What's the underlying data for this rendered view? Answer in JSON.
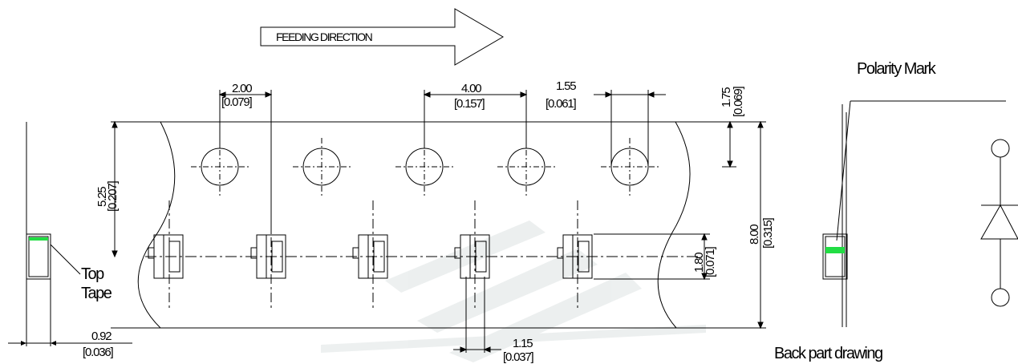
{
  "feeding_direction": "FEEDING DIRECTION",
  "dimensions": {
    "pitch_hole": {
      "mm": "2.00",
      "inch": "[0.079]"
    },
    "pitch_sprocket": {
      "mm": "4.00",
      "inch": "[0.157]"
    },
    "hole_diameter": {
      "mm": "1.55",
      "inch": "[0.061]"
    },
    "edge_to_hole": {
      "mm": "1.75",
      "inch": "[0.069]"
    },
    "hole_to_center": {
      "mm": "5.25",
      "inch": "[0.207]"
    },
    "tape_width": {
      "mm": "8.00",
      "inch": "[0.315]"
    },
    "cavity_height": {
      "mm": "1.80",
      "inch": "[0.071]"
    },
    "cavity_width": {
      "mm": "1.15",
      "inch": "[0.037]"
    },
    "tape_thickness": {
      "mm": "0.92",
      "inch": "[0.036]"
    }
  },
  "labels": {
    "top": "Top",
    "tape": "Tape",
    "polarity_mark": "Polarity Mark",
    "back_part_drawing": "Back part drawing"
  },
  "colors": {
    "marking_green": "#22dd44"
  }
}
